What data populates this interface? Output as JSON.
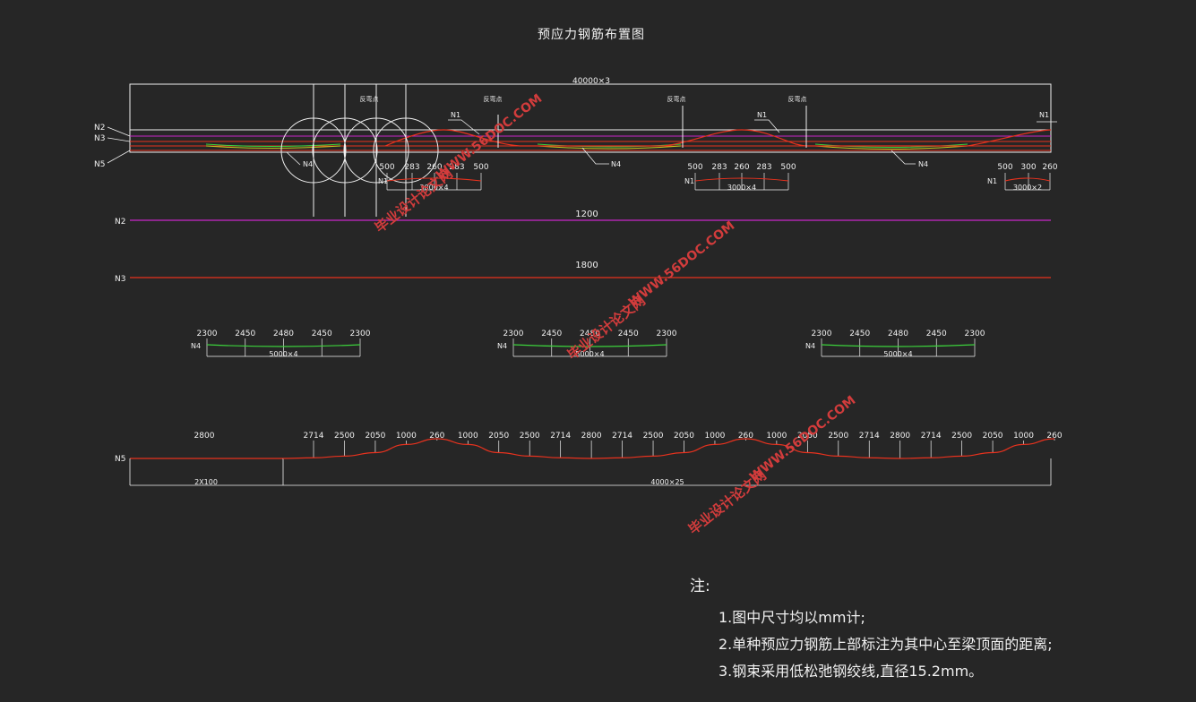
{
  "title": "预应力钢筋布置图",
  "colors": {
    "bg": "#262626",
    "white": "#f0f0f0",
    "red": "#e8321e",
    "magenta": "#c826c8",
    "green": "#3cd23c",
    "yellow": "#c8c81e",
    "watermark": "#d23c3c"
  },
  "labels": {
    "N1": "N1",
    "N2": "N2",
    "N3": "N3",
    "N4": "N4",
    "N5": "N5",
    "bend": "反弯点",
    "span": "40000×3",
    "n2_len": "1200",
    "n3_len": "1800"
  },
  "n1_groups": [
    {
      "dims": [
        "500",
        "283",
        "260",
        "283",
        "500"
      ],
      "span": "3000×4"
    },
    {
      "dims": [
        "500",
        "283",
        "260",
        "283",
        "500"
      ],
      "span": "3000×4"
    },
    {
      "dims": [
        "500",
        "300",
        "260"
      ],
      "span": "3000×2"
    }
  ],
  "n4_groups": [
    {
      "dims": [
        "2300",
        "2450",
        "2480",
        "2450",
        "2300"
      ],
      "span": "5000×4"
    },
    {
      "dims": [
        "2300",
        "2450",
        "2480",
        "2450",
        "2300"
      ],
      "span": "5000×4"
    },
    {
      "dims": [
        "2300",
        "2450",
        "2480",
        "2450",
        "2300"
      ],
      "span": "5000×4"
    }
  ],
  "n5": {
    "first": "2800",
    "dims": [
      "2714",
      "2500",
      "2050",
      "1000",
      "260",
      "1000",
      "2050",
      "2500",
      "2714",
      "2800",
      "2714",
      "2500",
      "2050",
      "1000",
      "260",
      "1000",
      "2050",
      "2500",
      "2714",
      "2800",
      "2714",
      "2500",
      "2050",
      "1000",
      "260"
    ],
    "span_left": "2X100",
    "span_right": "4000×25"
  },
  "watermarks": [
    {
      "line1": "毕业设计论文网",
      "line2": "WWW.56DOC.COM"
    },
    {
      "line1": "毕业设计论文网",
      "line2": "WWW.56DOC.COM"
    },
    {
      "line1": "毕业设计论文网",
      "line2": "WWW.56DOC.COM"
    }
  ],
  "notes": {
    "heading": "注:",
    "items": [
      "1.图中尺寸均以mm计;",
      "2.单种预应力钢筋上部标注为其中心至梁顶面的距离;",
      "3.钢束采用低松弛钢绞线,直径15.2mm。"
    ]
  }
}
